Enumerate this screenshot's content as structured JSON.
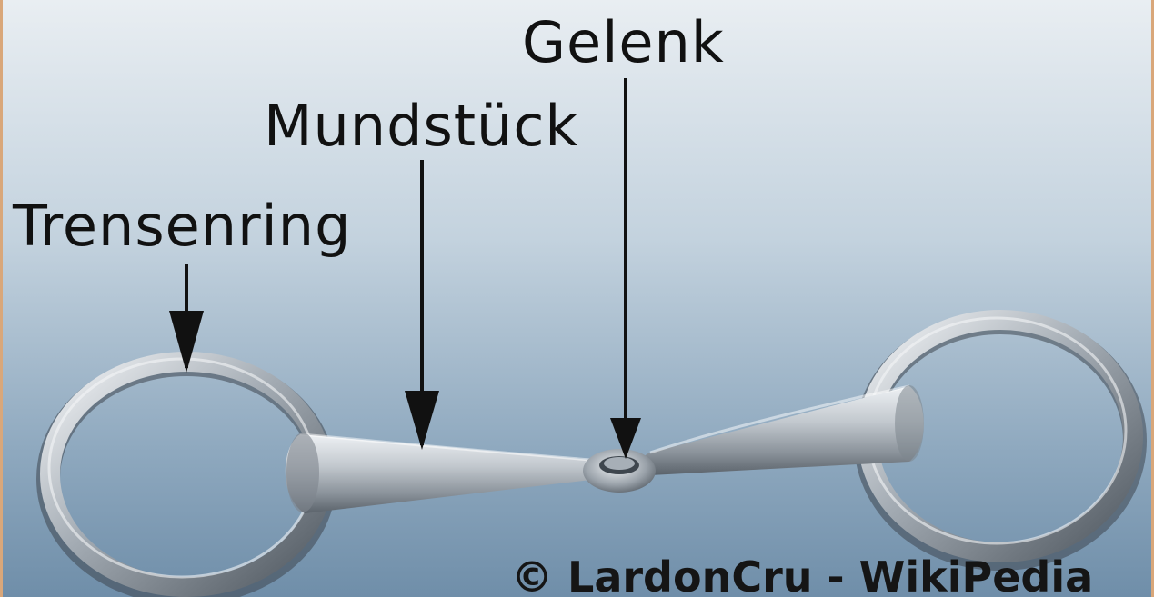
{
  "labels": {
    "gelenk": "Gelenk",
    "mundstueck": "Mundstück",
    "trensenring": "Trensenring"
  },
  "watermark": "© LardonCru - WikiPedia",
  "colors": {
    "background_top": "#e9eef2",
    "background_bottom": "#6f8ea9",
    "metal_light": "#f2f4f6",
    "metal_mid": "#a9b1b9",
    "metal_dark": "#5b636b",
    "text": "#111111",
    "border": "#d9a77a"
  }
}
